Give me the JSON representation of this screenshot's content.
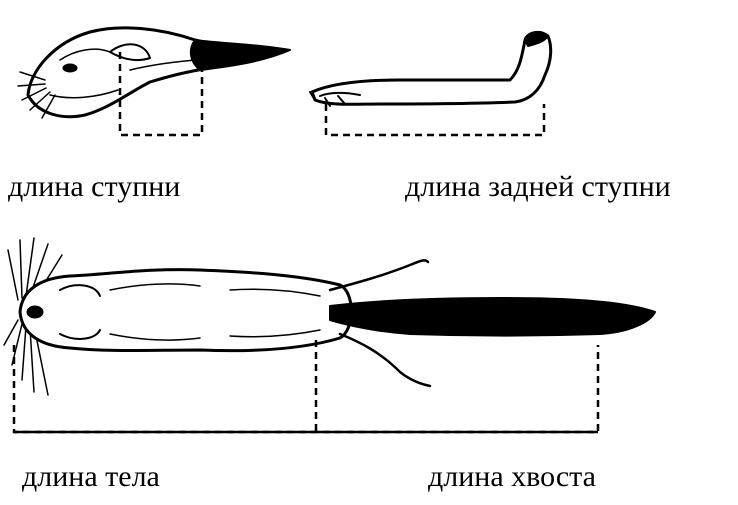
{
  "labels": {
    "foot_length": "длина ступни",
    "hind_foot_length": "длина задней ступни",
    "body_length": "длина тела",
    "tail_length": "длина хвоста"
  },
  "colors": {
    "ink": "#000000",
    "background": "#ffffff"
  }
}
